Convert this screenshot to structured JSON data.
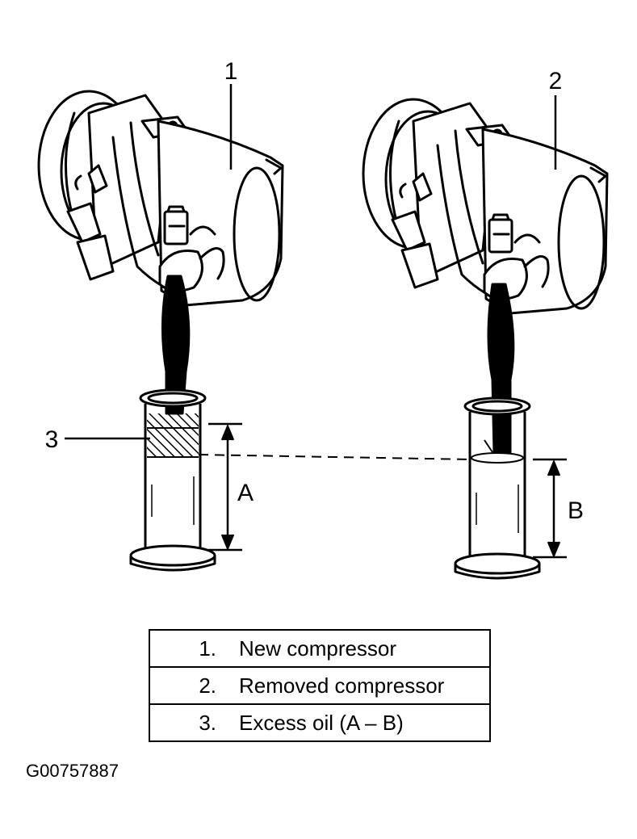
{
  "callouts": {
    "c1": "1",
    "c2": "2",
    "c3": "3"
  },
  "dimensions": {
    "a": "A",
    "b": "B"
  },
  "legend": [
    {
      "num": "1.",
      "text": "New compressor"
    },
    {
      "num": "2.",
      "text": "Removed compressor"
    },
    {
      "num": "3.",
      "text": "Excess oil (A – B)"
    }
  ],
  "figure_id": "G00757887"
}
